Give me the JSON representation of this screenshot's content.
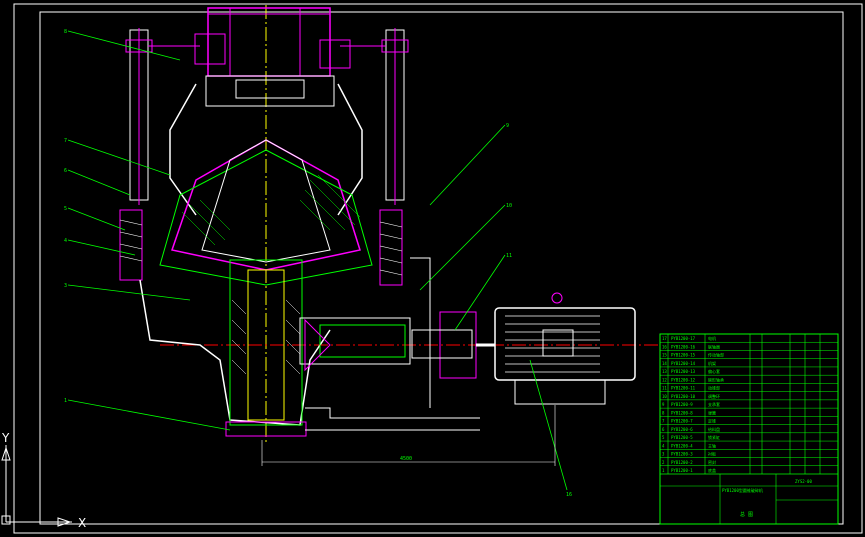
{
  "drawing": {
    "dimension_text": "4500",
    "title_block": {
      "drawing_title": "PYB1200型圆锥破碎机",
      "drawing_number": "ZYS2-00",
      "bottom_label": "总 图"
    },
    "bom_rows": [
      {
        "no": "17",
        "code": "PYB1200-17",
        "name": "电机"
      },
      {
        "no": "16",
        "code": "PYB1200-16",
        "name": "联轴器"
      },
      {
        "no": "15",
        "code": "PYB1200-15",
        "name": "传动轴部"
      },
      {
        "no": "14",
        "code": "PYB1200-14",
        "name": "机架"
      },
      {
        "no": "13",
        "code": "PYB1200-13",
        "name": "偏心套"
      },
      {
        "no": "12",
        "code": "PYB1200-12",
        "name": "碗形轴承"
      },
      {
        "no": "11",
        "code": "PYB1200-11",
        "name": "动锥部"
      },
      {
        "no": "10",
        "code": "PYB1200-10",
        "name": "调整环"
      },
      {
        "no": "9",
        "code": "PYB1200-9",
        "name": "支承套"
      },
      {
        "no": "8",
        "code": "PYB1200-8",
        "name": "弹簧"
      },
      {
        "no": "7",
        "code": "PYB1200-7",
        "name": "定锥"
      },
      {
        "no": "6",
        "code": "PYB1200-6",
        "name": "给料盘"
      },
      {
        "no": "5",
        "code": "PYB1200-5",
        "name": "锁紧缸"
      },
      {
        "no": "4",
        "code": "PYB1200-4",
        "name": "主轴"
      },
      {
        "no": "3",
        "code": "PYB1200-3",
        "name": "衬板"
      },
      {
        "no": "2",
        "code": "PYB1200-2",
        "name": "密封"
      },
      {
        "no": "1",
        "code": "PYB1200-1",
        "name": "底盖"
      }
    ],
    "ucs": {
      "x_label": "X",
      "y_label": "Y"
    }
  }
}
